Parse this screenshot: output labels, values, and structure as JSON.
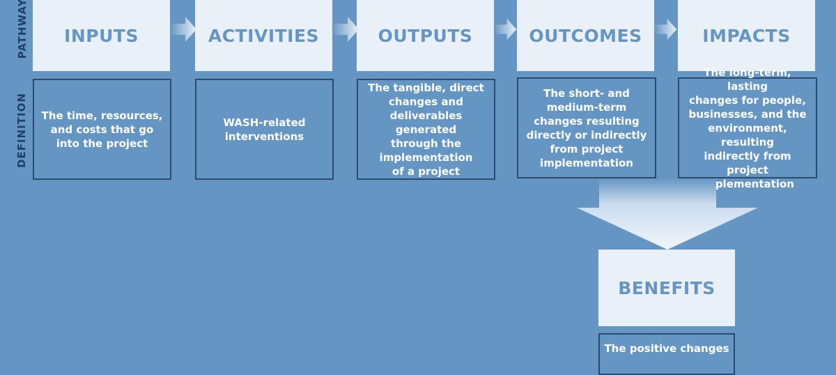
{
  "rows": {
    "pathway_label": "PATHWAY",
    "definition_label": "DEFINITION"
  },
  "stages": [
    {
      "title": "INPUTS",
      "definition": "The time, resources,\nand costs that go\ninto the project"
    },
    {
      "title": "ACTIVITIES",
      "definition": "WASH-related\ninterventions"
    },
    {
      "title": "OUTPUTS",
      "definition": "The tangible, direct\nchanges and\ndeliverables generated\nthrough the\nimplementation\nof a project"
    },
    {
      "title": "OUTCOMES",
      "definition": "The short- and\nmedium-term\nchanges resulting\ndirectly or indirectly\nfrom project\nimplementation"
    },
    {
      "title": "IMPACTS",
      "definition": "The long-term, lasting\nchanges for people,\nbusinesses, and the\nenvironment, resulting\nindirectly from\nproject implementation"
    }
  ],
  "benefits": {
    "title": "BENEFITS",
    "definition": "The positive changes"
  },
  "colors": {
    "background": "#6596c3",
    "box_fill": "#e9f0f8",
    "border": "#2b4a6e",
    "title_text": "#6596c3"
  }
}
